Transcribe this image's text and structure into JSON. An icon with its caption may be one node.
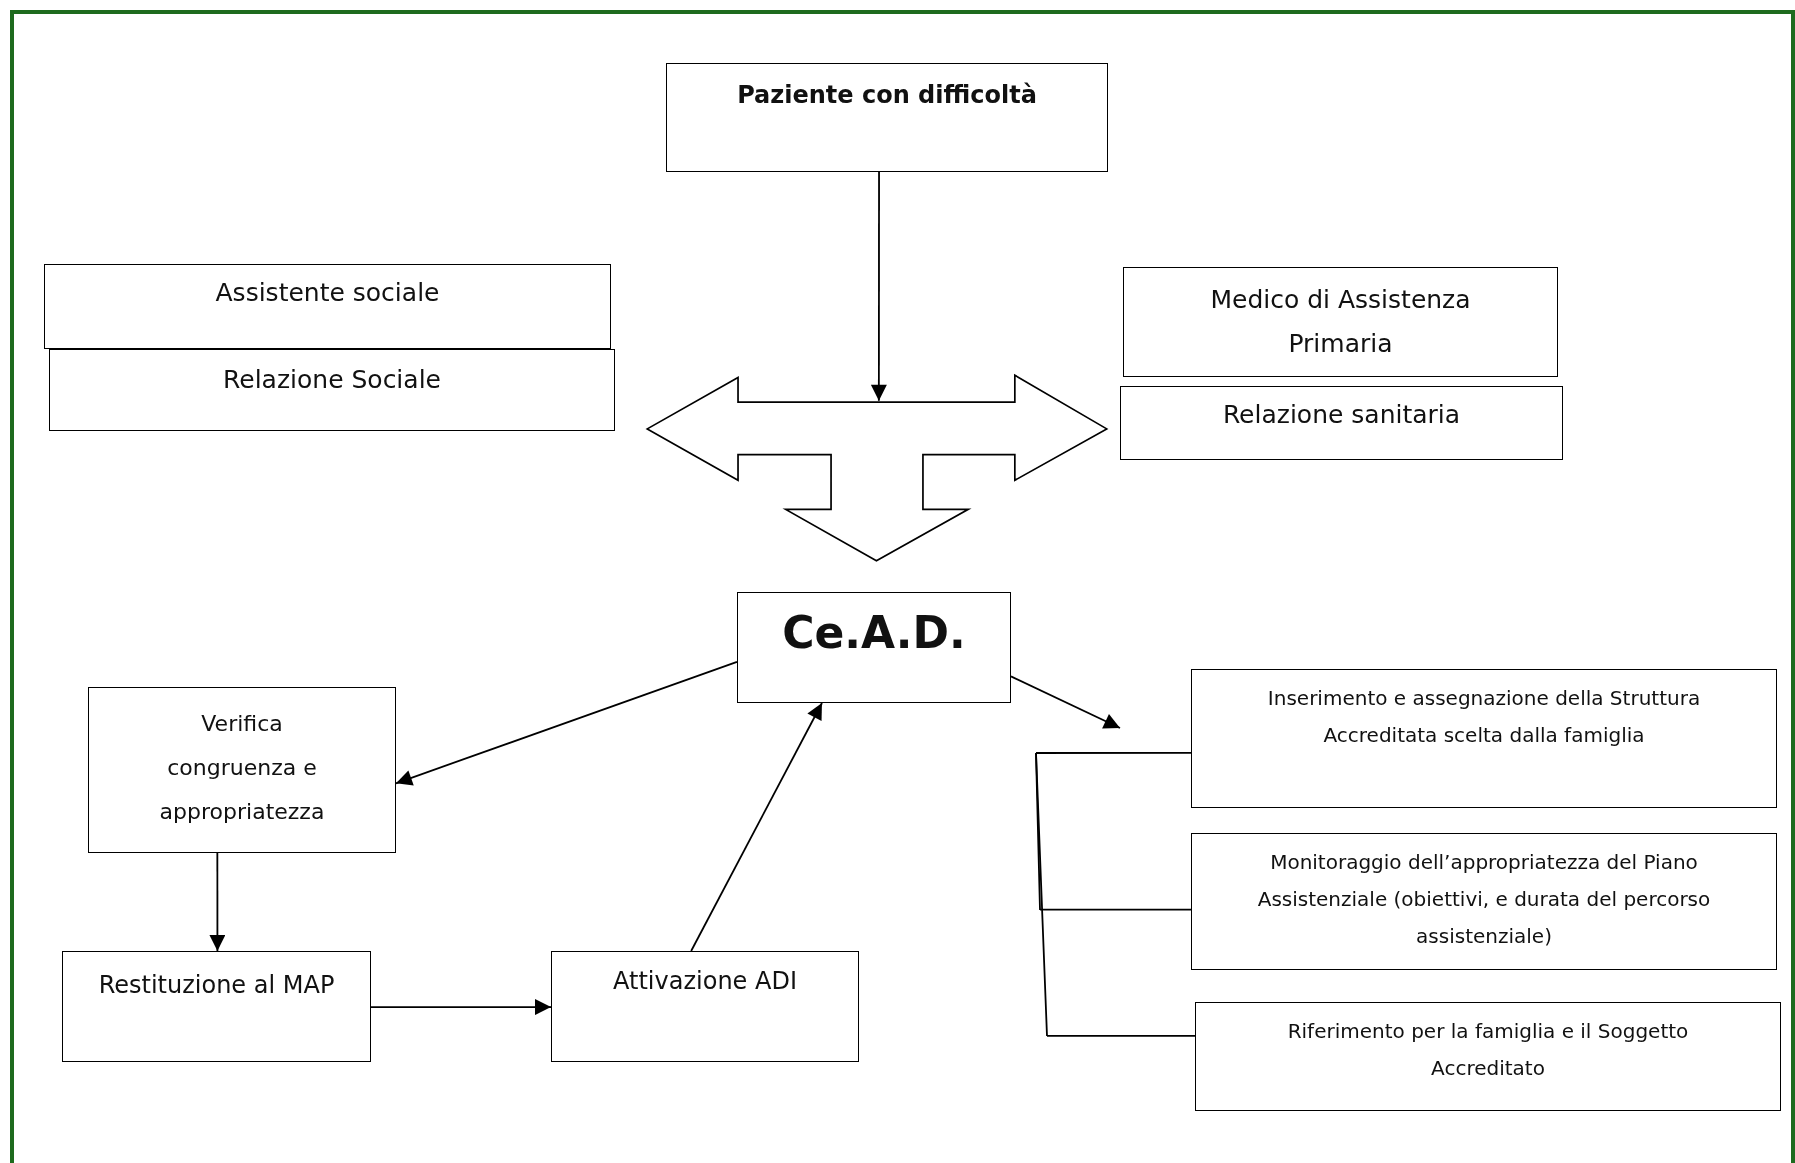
{
  "diagram": {
    "nodes": [
      {
        "text": [
          "Paziente con difficoltà"
        ]
      },
      {
        "text": [
          "Assistente sociale"
        ]
      },
      {
        "text": [
          "Relazione Sociale"
        ]
      },
      {
        "text": [
          "Medico di Assistenza Primaria"
        ]
      },
      {
        "text": [
          "Relazione sanitaria"
        ]
      },
      {
        "text": [],
        "shape": "arrow"
      },
      {
        "text": [
          "Ce.A.D."
        ]
      },
      {
        "text": [
          "Verifica congruenza e appropriatezza"
        ]
      },
      {
        "text": [
          "Restituzione al MAP"
        ]
      },
      {
        "text": [
          "Attivazione ADI"
        ]
      },
      {
        "text": [
          "Inserimento e assegnazione della Struttura Accreditata scelta dalla famiglia"
        ]
      },
      {
        "text": [
          "Monitoraggio dell’appropriatezza del Piano Assistenziale (obiettivi, e durata del percorso assistenziale)"
        ]
      },
      {
        "text": [
          "Riferimento per la famiglia e il Soggetto Accreditato"
        ]
      }
    ],
    "edges": [
      {
        "from": 0,
        "to": 5,
        "arrow": "to"
      },
      {
        "from": 6,
        "to": 7,
        "arrow": "to"
      },
      {
        "from": 7,
        "to": 8,
        "arrow": "to"
      },
      {
        "from": 8,
        "to": 9,
        "arrow": "to"
      },
      {
        "from": 9,
        "to": 6,
        "arrow": "to"
      },
      {
        "from": 6,
        "to": null,
        "arrow": "to"
      },
      {
        "from": null,
        "to": 10,
        "arrow": "none"
      },
      {
        "from": null,
        "to": 11,
        "arrow": "none"
      },
      {
        "from": null,
        "to": 12,
        "arrow": "none"
      }
    ]
  }
}
